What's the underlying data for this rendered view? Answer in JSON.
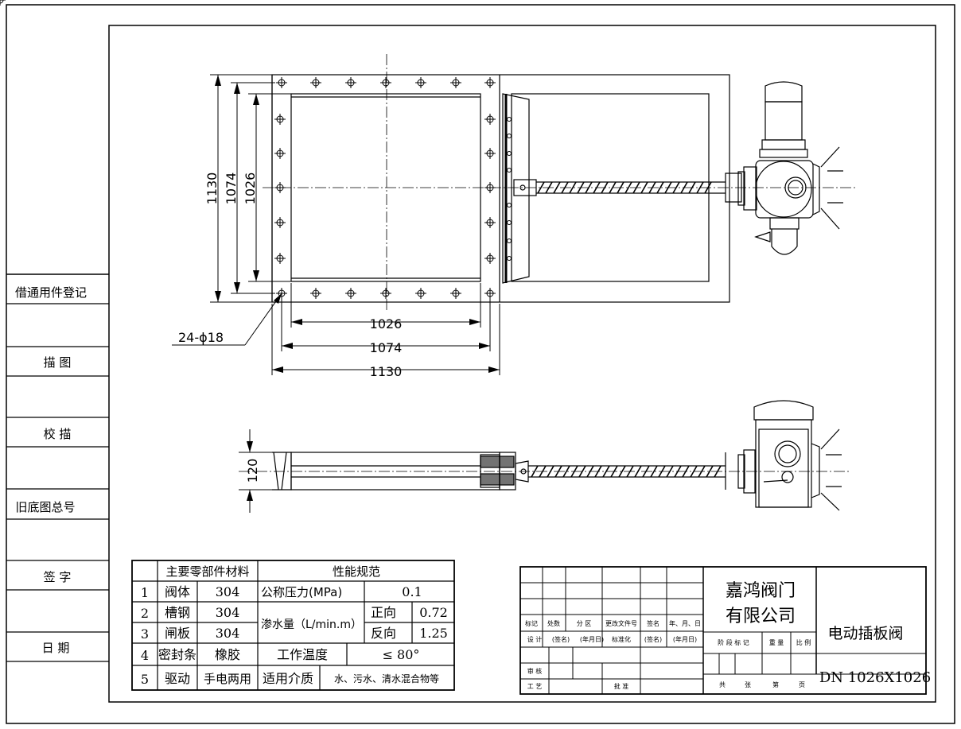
{
  "left_strip": {
    "borrow_register": "借通用件登记",
    "trace": "描 图",
    "proof_trace": "校 描",
    "old_drawing_no": "旧底图总号",
    "signature": "签 字",
    "date": "日 期"
  },
  "dimensions": {
    "h_outer": "1130",
    "h_bolt": "1074",
    "h_inner": "1026",
    "w_inner": "1026",
    "w_bolt": "1074",
    "w_outer": "1130",
    "holes": "24-ϕ18",
    "thickness": "120"
  },
  "materials": {
    "header": "主要零部件材料",
    "rows": [
      {
        "no": "1",
        "part": "阀体",
        "material": "304"
      },
      {
        "no": "2",
        "part": "槽钢",
        "material": "304"
      },
      {
        "no": "3",
        "part": "闸板",
        "material": "304"
      },
      {
        "no": "4",
        "part": "密封条",
        "material": "橡胶"
      },
      {
        "no": "5",
        "part": "驱动",
        "material": "手电两用"
      }
    ]
  },
  "performance": {
    "header": "性能规范",
    "pressure_label": "公称压力(MPa)",
    "pressure_value": "0.1",
    "leak_label": "渗水量（L/min.m）",
    "forward_label": "正向",
    "forward_value": "0.72",
    "reverse_label": "反向",
    "reverse_value": "1.25",
    "temp_label": "工作温度",
    "temp_value": "≤  80°",
    "medium_label": "适用介质",
    "medium_value": "水、污水、清水混合物等"
  },
  "title_block": {
    "company_line1": "嘉鸿阀门",
    "company_line2": "有限公司",
    "product_name": "电动插板阀",
    "size": "DN 1026X1026",
    "col_mark": "标记",
    "col_count": "处数",
    "col_zone": "分 区",
    "col_change_doc": "更改文件号",
    "col_sign": "签名",
    "col_date": "年、月、日",
    "design": "设 计",
    "sign_name": "(签名)",
    "ymd": "(年月日)",
    "standardize": "标准化",
    "sign_name2": "(签名)",
    "ymd2": "(年月日)",
    "stage_mark": "阶 段 标 记",
    "weight": "重 量",
    "scale": "比 例",
    "review": "审 核",
    "process": "工 艺",
    "approve": "批 准",
    "sheets_total": "共",
    "sheets_word": "张",
    "sheet_no": "第",
    "page_word": "页"
  }
}
